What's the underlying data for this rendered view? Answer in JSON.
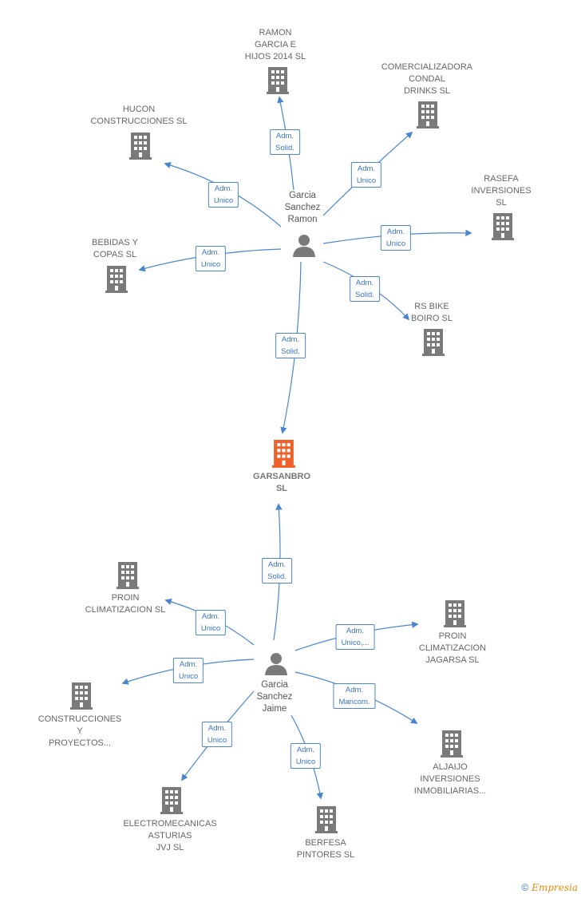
{
  "colors": {
    "edge": "#4a86d0",
    "company": "#7a7a7a",
    "main_company": "#f0602a",
    "person": "#7a7a7a"
  },
  "persons": [
    {
      "id": "p1",
      "label": "Garcia\nSanchez\nRamon"
    },
    {
      "id": "p2",
      "label": "Garcia\nSanchez\nJaime"
    }
  ],
  "companies": [
    {
      "id": "c_ramon",
      "label": "RAMON\nGARCIA E\nHIJOS 2014  SL"
    },
    {
      "id": "c_comercial",
      "label": "COMERCIALIZADORA\nCONDAL\nDRINKS  SL"
    },
    {
      "id": "c_hucon",
      "label": "HUCON\nCONSTRUCCIONES SL"
    },
    {
      "id": "c_rasefa",
      "label": "RASEFA\nINVERSIONES\nSL"
    },
    {
      "id": "c_bebidas",
      "label": "BEBIDAS Y\nCOPAS  SL"
    },
    {
      "id": "c_rsbike",
      "label": "RS BIKE\nBOIRO  SL"
    },
    {
      "id": "c_main",
      "label": "GARSANBRO\nSL"
    },
    {
      "id": "c_proin1",
      "label": "PROIN\nCLIMATIZACION SL"
    },
    {
      "id": "c_proin2",
      "label": "PROIN\nCLIMATIZACION\nJAGARSA  SL"
    },
    {
      "id": "c_construc",
      "label": "CONSTRUCCIONES\nY\nPROYECTOS..."
    },
    {
      "id": "c_aljaijo",
      "label": "ALJAIJO\nINVERSIONES\nINMOBILIARIAS..."
    },
    {
      "id": "c_electro",
      "label": "ELECTROMECANICAS\nASTURIAS\nJVJ  SL"
    },
    {
      "id": "c_berfesa",
      "label": "BERFESA\nPINTORES SL"
    }
  ],
  "relations": [
    {
      "id": "r1",
      "label": "Adm.\nSolid."
    },
    {
      "id": "r2",
      "label": "Adm.\nUnico"
    },
    {
      "id": "r3",
      "label": "Adm.\nUnico"
    },
    {
      "id": "r4",
      "label": "Adm.\nUnico"
    },
    {
      "id": "r5",
      "label": "Adm.\nUnico"
    },
    {
      "id": "r6",
      "label": "Adm.\nSolid."
    },
    {
      "id": "r7",
      "label": "Adm.\nSolid."
    },
    {
      "id": "r8",
      "label": "Adm.\nSolid."
    },
    {
      "id": "r9",
      "label": "Adm.\nUnico"
    },
    {
      "id": "r10",
      "label": "Adm.\nUnico,..."
    },
    {
      "id": "r11",
      "label": "Adm.\nUnico"
    },
    {
      "id": "r12",
      "label": "Adm.\nMancom."
    },
    {
      "id": "r13",
      "label": "Adm.\nUnico"
    },
    {
      "id": "r14",
      "label": "Adm.\nUnico"
    }
  ],
  "brand": {
    "copyright": "©",
    "name": "mpresia",
    "initial": "E"
  }
}
